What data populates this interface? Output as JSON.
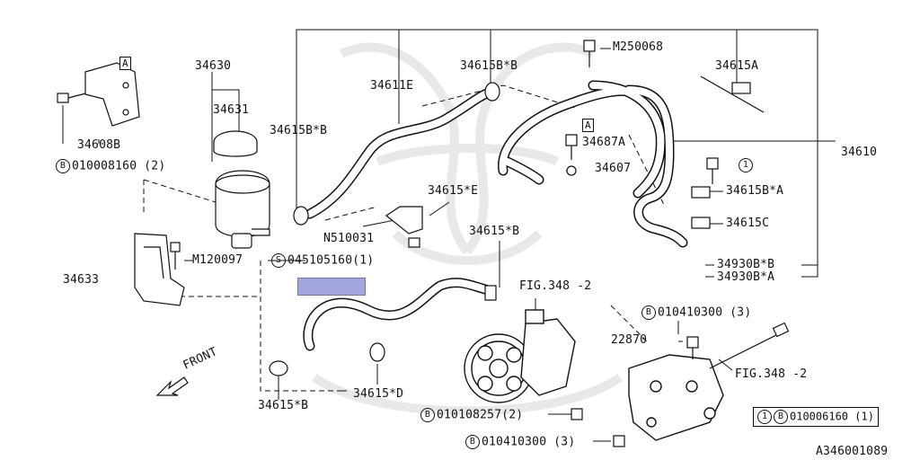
{
  "diagram": {
    "callouts": {
      "p34630": "34630",
      "p34631": "34631",
      "p34608B": "34608B",
      "p010008160": "010008160",
      "p010008160_qty": "(2)",
      "p34611E": "34611E",
      "p34615BB_top": "34615B*B",
      "p34615BB_left": "34615B*B",
      "p34615E": "34615*E",
      "pN510031": "N510031",
      "p045105160": "045105160",
      "p045105160_qty": "(1)",
      "pM120097": "M120097",
      "p34633": "34633",
      "p34615B_mid": "34615*B",
      "pFIG348_2_a": "FIG.348 -2",
      "pFIG348_2_b": "FIG.348 -2",
      "pM250068": "M250068",
      "p34615A": "34615A",
      "p34687A": "34687A",
      "p34607": "34607",
      "p34610": "34610",
      "p34615BA": "34615B*A",
      "p34615C": "34615C",
      "p34930BB": "34930B*B",
      "p34930BA": "34930B*A",
      "p010410300_top": "010410300",
      "p010410300_top_qty": "(3)",
      "p22870": "22870",
      "p010108257": "010108257",
      "p010108257_qty": "(2)",
      "p010410300_bot": "010410300",
      "p010410300_bot_qty": "(3)",
      "p34615B_bot": "34615*B",
      "p34615D": "34615*D",
      "front": "FRONT",
      "ref_A_1": "A",
      "ref_A_2": "A",
      "circle_1": "1",
      "circle_B": "B",
      "circle_S": "S",
      "code": "A346001089"
    },
    "legend": {
      "circle_1": "1",
      "circle_B": "B",
      "part": "010006160",
      "qty": "(1)"
    },
    "colors": {
      "line": "#111111",
      "highlight": "#a3a6dc",
      "watermark": "#d9d9d9"
    }
  }
}
